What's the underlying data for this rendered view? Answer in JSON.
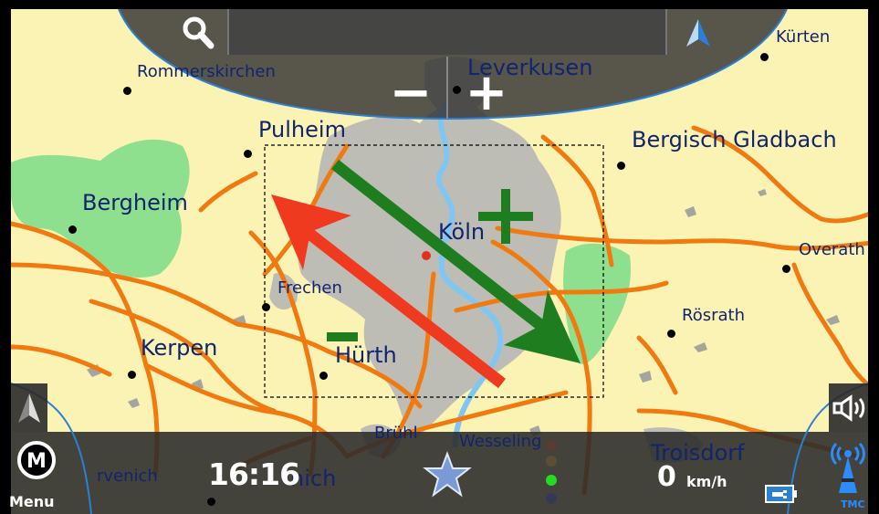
{
  "toolbar": {
    "search_icon": "search-icon",
    "search_placeholder": "",
    "compass_icon": "north-arrow-icon",
    "zoom_out_label": "−",
    "zoom_in_label": "+"
  },
  "map": {
    "cities": {
      "kurten": "Kürten",
      "rommerskirchen": "Rommerskirchen",
      "leverkusen": "Leverkusen",
      "pulheim": "Pulheim",
      "bergisch_gladbach": "Bergisch Gladbach",
      "bergheim": "Bergheim",
      "koln": "Köln",
      "overath": "Overath",
      "frechen": "Frechen",
      "rosrath": "Rösrath",
      "kerpen": "Kerpen",
      "hurth": "Hürth",
      "bruhl": "Brühl",
      "wesseling": "Wesseling",
      "troisdorf": "Troisdorf",
      "zulpich_partial": "rvenich",
      "erftstadt_partial": "nich"
    },
    "gesture_hints": {
      "zoom_in_sign": "+",
      "zoom_out_sign": "−"
    },
    "colors": {
      "land": "#FBF3B4",
      "urban": "#BDBDB5",
      "forest": "#8EE08E",
      "road": "#F07A10",
      "water": "#7FC7F2",
      "label": "#12246E",
      "arrow_zoom_in": "#1E7D1E",
      "arrow_zoom_out": "#F03A20"
    }
  },
  "bottom_bar": {
    "menu_label": "Menu",
    "menu_icon_letter": "M",
    "time": "16:16",
    "favorite_icon": "star-icon",
    "speed_value": "0",
    "speed_unit": "km/h",
    "battery_icon": "battery-plug-icon",
    "tmc_label": "TMC",
    "tmc_icon": "tmc-antenna-icon",
    "gps_signal": "green"
  },
  "side_controls": {
    "left_icon": "north-arrow-icon",
    "right_icon": "speaker-icon"
  }
}
